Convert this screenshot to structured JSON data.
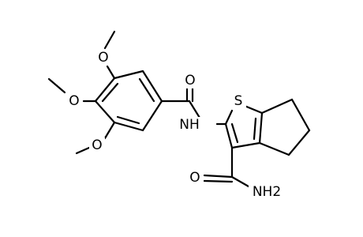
{
  "atom_labels": {
    "o_top": "O",
    "o_left": "O",
    "o_bottom": "O",
    "o_amide_top": "O",
    "nh": "NH",
    "s": "S",
    "o_amide_bottom": "O",
    "nh2": "NH2"
  },
  "colors": {
    "bond": "#000000",
    "label": "#000000",
    "background": "#ffffff"
  }
}
